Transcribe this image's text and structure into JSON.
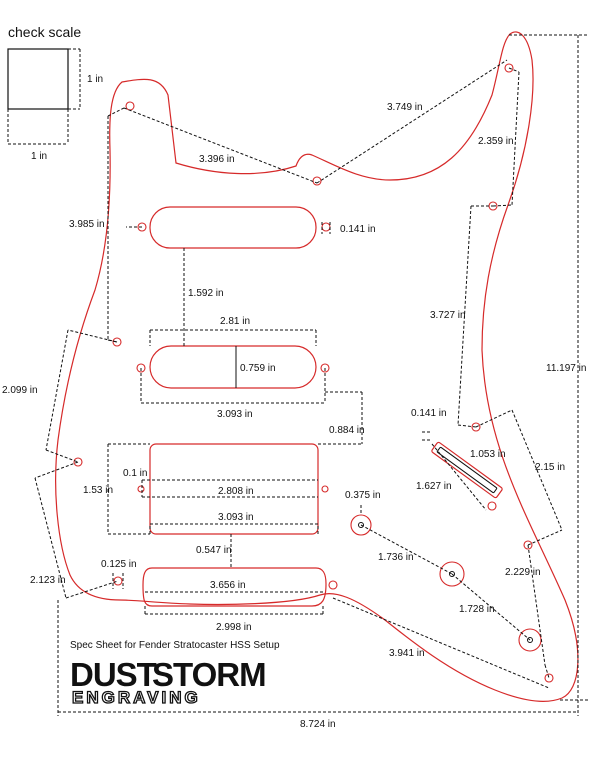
{
  "header": {
    "title": "check scale",
    "scale_height": "1 in",
    "scale_width": "1 in"
  },
  "dimensions": {
    "top_left_to_center": "3.396 in",
    "center_to_horn": "3.749 in",
    "horn_down": "2.359 in",
    "left_top_span": "3.985 in",
    "slot_hole": "0.141 in",
    "neck_to_middle": "1.592 in",
    "middle_width": "2.81 in",
    "middle_height": "0.759 in",
    "middle_span": "3.093 in",
    "left_mid_span": "2.099 in",
    "right_side": "3.727 in",
    "overall_height": "11.197 in",
    "middle_to_humbucker": "0.884 in",
    "switch_hole": "0.141 in",
    "switch_span": "1.053 in",
    "switch_right": "2.15 in",
    "switch_length": "1.627 in",
    "humbucker_gap": "0.1 in",
    "humbucker_height": "1.53 in",
    "humbucker_inner": "2.808 in",
    "humbucker_span": "3.093 in",
    "knob_hole": "0.375 in",
    "knob_1_2": "1.736 in",
    "jack_span": "2.229 in",
    "knob_2_3": "1.728 in",
    "humbucker_to_bottom": "0.547 in",
    "bottom_left_hole": "0.125 in",
    "bottom_plate": "3.656 in",
    "left_bottom": "2.123 in",
    "bottom_width": "2.998 in",
    "bottom_right": "3.941 in",
    "overall_width": "8.724 in"
  },
  "footer": {
    "spec": "Spec Sheet for Fender Stratocaster HSS Setup"
  },
  "logo": {
    "line1_a": "DUST",
    "line1_b": "STORM",
    "line2": "ENGRAVING"
  },
  "colors": {
    "outline": "#d62a2a",
    "ink": "#111111"
  }
}
